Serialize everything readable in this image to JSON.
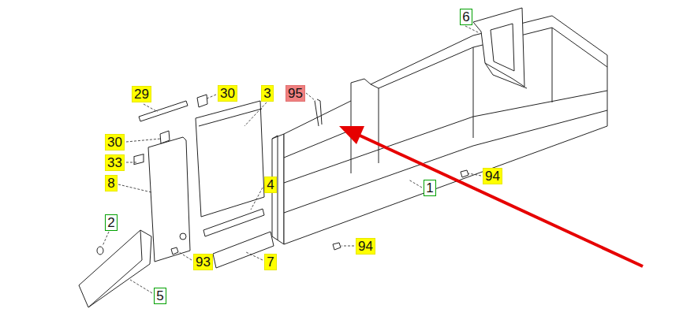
{
  "diagram": {
    "nodes": [
      {
        "text": [
          "6"
        ]
      },
      {
        "text": [
          "29"
        ]
      },
      {
        "text": [
          "30"
        ]
      },
      {
        "text": [
          "3"
        ]
      },
      {
        "text": [
          "95"
        ]
      },
      {
        "text": [
          "30"
        ]
      },
      {
        "text": [
          "33"
        ]
      },
      {
        "text": [
          "8"
        ]
      },
      {
        "text": [
          "4"
        ]
      },
      {
        "text": [
          "94"
        ]
      },
      {
        "text": [
          "1"
        ]
      },
      {
        "text": [
          "2"
        ]
      },
      {
        "text": [
          "94"
        ]
      },
      {
        "text": [
          "7"
        ]
      },
      {
        "text": [
          "93"
        ]
      },
      {
        "text": [
          "5"
        ]
      }
    ]
  }
}
